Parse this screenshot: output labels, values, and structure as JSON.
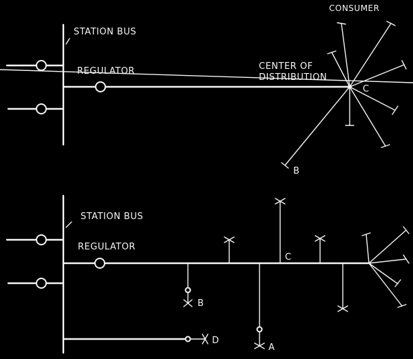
{
  "top_diagram": {
    "station_bus_label": "STATION BUS",
    "regulator_label": "REGULATOR",
    "center_label_line1": "CENTER OF",
    "center_label_line2": "DISTRIBUTION",
    "center_point_label": "C",
    "consumer_label": "CONSUMER",
    "point_b_label": "B"
  },
  "bottom_diagram": {
    "station_bus_label": "STATION BUS",
    "regulator_label": "REGULATOR",
    "point_a_label": "A",
    "point_b_label": "B",
    "point_c_label": "C",
    "point_d_label": "D"
  }
}
